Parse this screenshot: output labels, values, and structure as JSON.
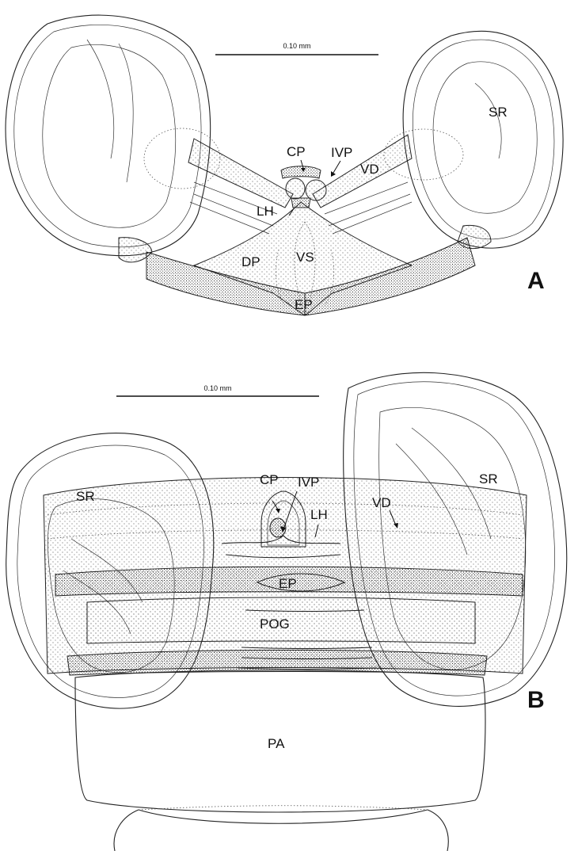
{
  "panels": {
    "A": {
      "panel_label": "A",
      "scale_bar": "0.10 mm",
      "labels": {
        "sr": "SR",
        "cp": "CP",
        "ivp": "IVP",
        "vd": "VD",
        "lh": "LH",
        "dp": "DP",
        "vs": "VS",
        "ep": "EP"
      }
    },
    "B": {
      "panel_label": "B",
      "scale_bar": "0.10 mm",
      "labels": {
        "sr_left": "SR",
        "sr_right": "SR",
        "cp": "CP",
        "ivp": "IVP",
        "lh": "LH",
        "vd": "VD",
        "ep": "EP",
        "pog": "POG",
        "pa": "PA"
      }
    }
  }
}
